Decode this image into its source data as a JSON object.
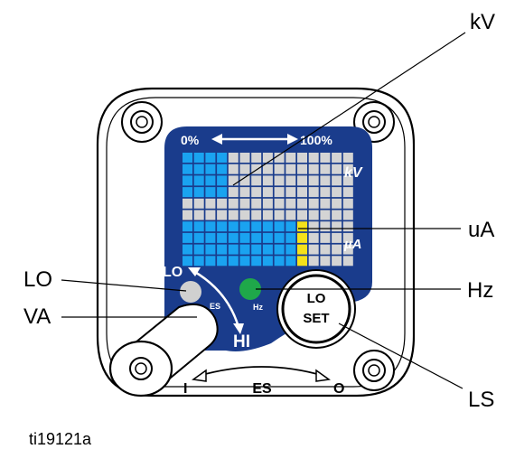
{
  "callouts": {
    "kv": "kV",
    "ua": "uA",
    "hz": "Hz",
    "ls": "LS",
    "lo": "LO",
    "va": "VA"
  },
  "panel": {
    "scale_min": "0%",
    "scale_max": "100%",
    "kv_label": "kV",
    "ua_label": "µA",
    "lo_label": "LO",
    "hi_label": "HI",
    "es_small": "ES",
    "hz_label": "Hz",
    "knob_line1": "LO",
    "knob_line2": "SET",
    "switch_i": "I",
    "switch_es": "ES",
    "switch_o": "O"
  },
  "figure_id": "ti19121a",
  "colors": {
    "panel_blue": "#1a3c8c",
    "lit_cell": "#1aa3f0",
    "unlit_cell": "#d4d4d4",
    "ua_marker": "#f5e11a",
    "hz_led": "#1fa84a",
    "lo_led": "#d0d0d0"
  }
}
